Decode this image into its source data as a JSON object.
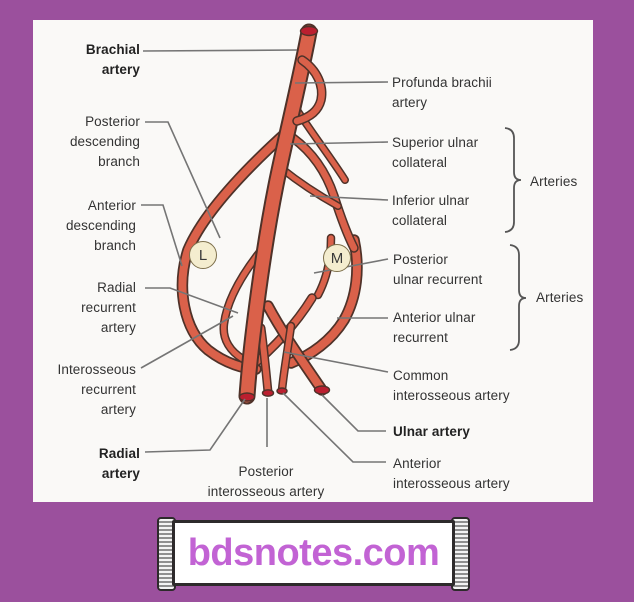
{
  "diagram": {
    "labels": {
      "brachial_artery": {
        "text": "Brachial\nartery",
        "bold": true
      },
      "posterior_descending_branch": {
        "text": "Posterior\ndescending\nbranch"
      },
      "anterior_descending_branch": {
        "text": "Anterior\ndescending\nbranch"
      },
      "radial_recurrent_artery": {
        "text": "Radial\nrecurrent\nartery"
      },
      "interosseous_recurrent_artery": {
        "text": "Interosseous\nrecurrent\nartery"
      },
      "radial_artery": {
        "text": "Radial\nartery",
        "bold": true
      },
      "posterior_interosseous_artery": {
        "text": "Posterior\ninterosseous artery"
      },
      "profunda_brachii_artery": {
        "text": "Profunda brachii\nartery"
      },
      "superior_ulnar_collateral": {
        "text": "Superior ulnar\ncollateral"
      },
      "inferior_ulnar_collateral": {
        "text": "Inferior ulnar\ncollateral"
      },
      "arteries_group_upper": {
        "text": "Arteries"
      },
      "posterior_ulnar_recurrent": {
        "text": "Posterior\nulnar recurrent"
      },
      "anterior_ulnar_recurrent": {
        "text": "Anterior ulnar\nrecurrent"
      },
      "arteries_group_lower": {
        "text": "Arteries"
      },
      "common_interosseous_artery": {
        "text": "Common\ninterosseous artery"
      },
      "ulnar_artery": {
        "text": "Ulnar artery",
        "bold": true
      },
      "anterior_interosseous_artery": {
        "text": "Anterior\ninterosseous artery"
      }
    },
    "markers": {
      "lateral": "L",
      "medial": "M"
    },
    "colors": {
      "background": "#9b509d",
      "panel": "#faf9f7",
      "artery_fill": "#da614a",
      "artery_outline": "#4f3229",
      "cut_end": "#bb1f2f",
      "marker_fill": "#f4edcf",
      "leader_line": "#757575",
      "label_text": "#333333"
    }
  },
  "banner": {
    "text": "bdsnotes.com",
    "text_color": "#c263d4"
  }
}
